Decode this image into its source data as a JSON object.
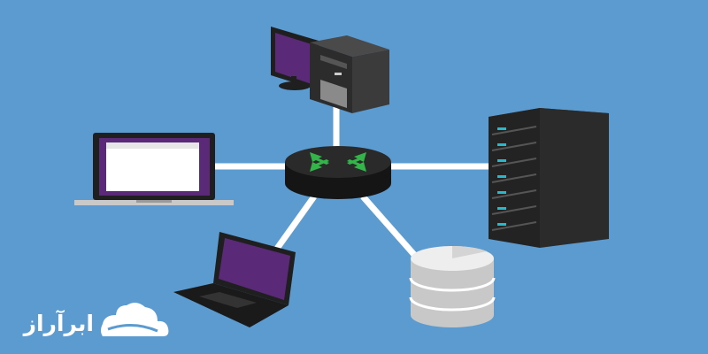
{
  "diagram": {
    "topology": "star",
    "hub": {
      "type": "router",
      "icon": "router-icon",
      "arrow_icon": "inward-arrows-icon"
    },
    "nodes": [
      {
        "type": "desktop-pc",
        "icon": "desktop-computer-icon"
      },
      {
        "type": "server-rack",
        "icon": "server-rack-icon"
      },
      {
        "type": "database",
        "icon": "database-icon"
      },
      {
        "type": "laptop",
        "icon": "laptop-icon"
      },
      {
        "type": "laptop",
        "icon": "laptop-icon"
      }
    ]
  },
  "brand": {
    "text": "ابرآراز",
    "logo_icon": "cloud-logo-icon"
  },
  "colors": {
    "background": "#5b9bd0",
    "link": "#ffffff",
    "router_body": "#222222",
    "router_arrows": "#33b54a",
    "screen": "#5a2a78",
    "rack": "#2b2b2b",
    "rack_led": "#2db6c9",
    "database": "#dcdcdc"
  }
}
